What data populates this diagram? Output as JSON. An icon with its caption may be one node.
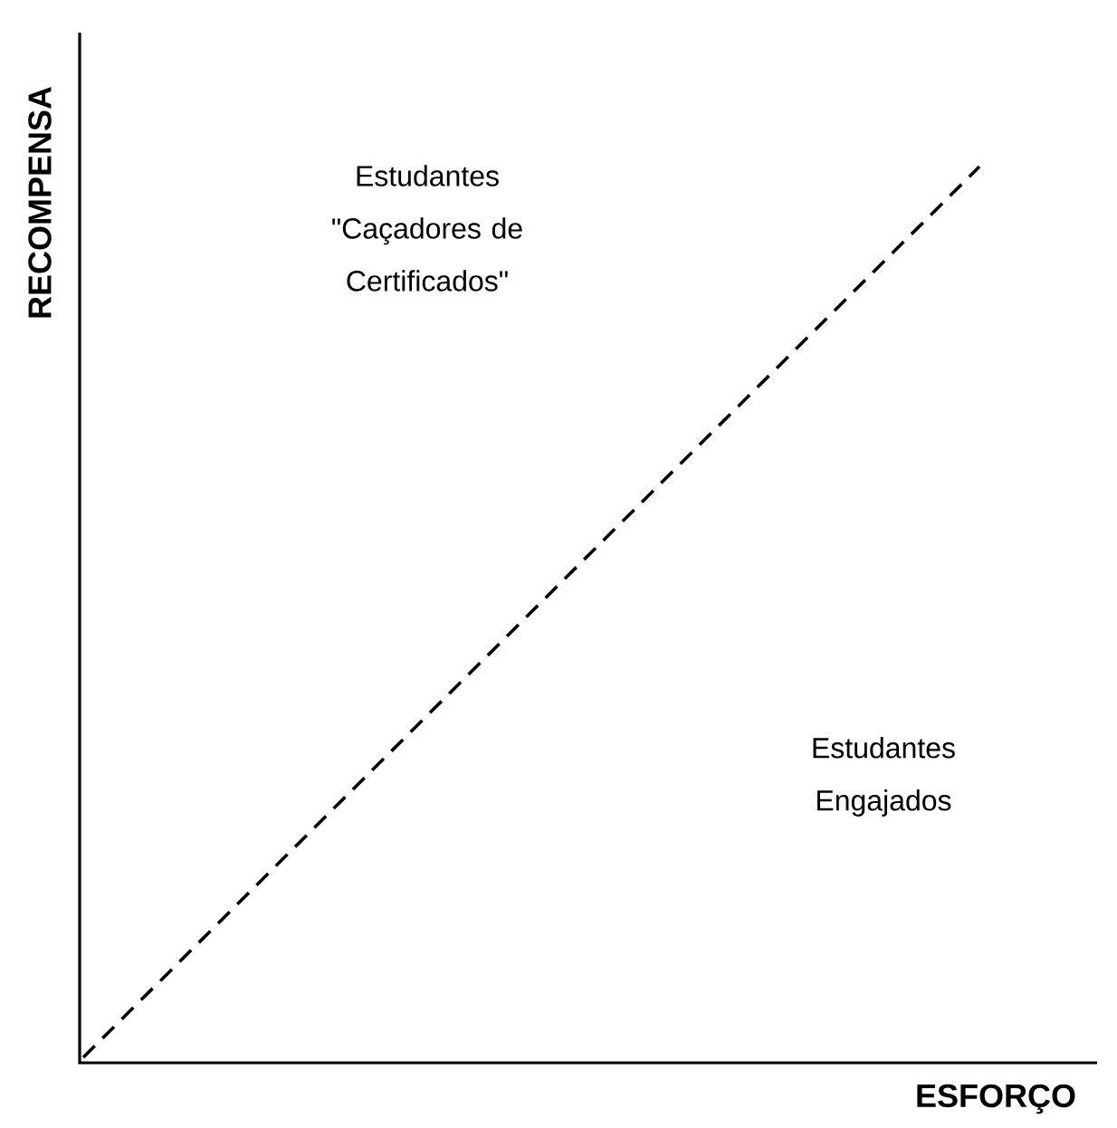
{
  "diagram": {
    "labels": [
      "RECOMPENSA",
      "ESFORÇO",
      "Estudantes \"Caçadores de Certificados\"",
      "Estudantes Engajados"
    ]
  }
}
